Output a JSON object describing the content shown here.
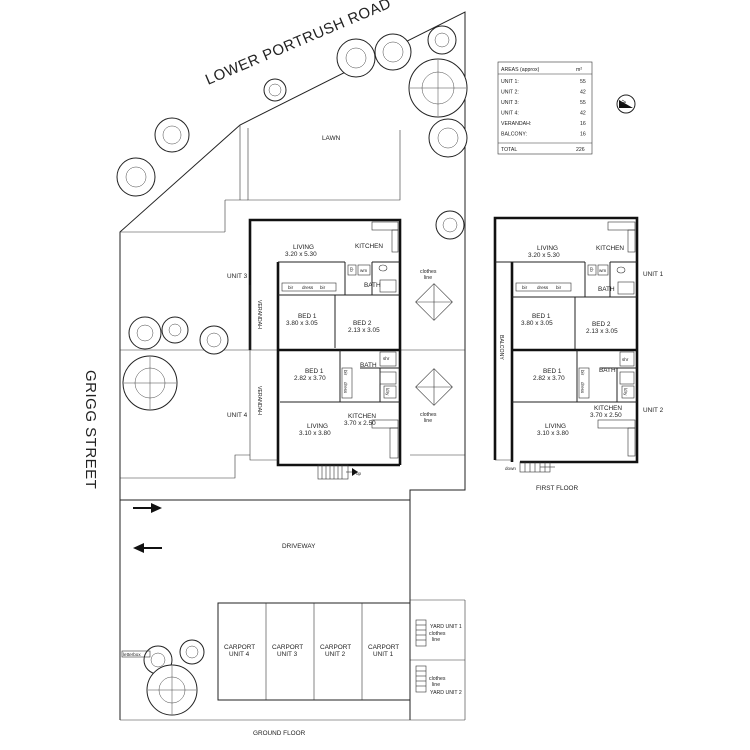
{
  "site": {
    "street_top": "LOWER PORTRUSH ROAD",
    "street_left": "GRIGG STREET",
    "lawn": "LAWN",
    "driveway": "DRIVEWAY",
    "ground_floor": "GROUND FLOOR",
    "first_floor": "FIRST FLOOR",
    "clothes_line": [
      "clothes",
      "line"
    ],
    "letterbox": "letterbox",
    "yard_unit_1": "YARD UNIT 1",
    "yard_unit_2": "YARD UNIT 2",
    "up": "up",
    "down": "down"
  },
  "areas_table": {
    "header": "AREAS (approx)",
    "unit_header": "m²",
    "rows": [
      {
        "label": "UNIT 1:",
        "value": "55"
      },
      {
        "label": "UNIT 2:",
        "value": "42"
      },
      {
        "label": "UNIT 3:",
        "value": "55"
      },
      {
        "label": "UNIT 4:",
        "value": "42"
      },
      {
        "label": "VERANDAH:",
        "value": "16"
      },
      {
        "label": "BALCONY:",
        "value": "16"
      }
    ],
    "total_label": "TOTAL",
    "total_value": "226"
  },
  "ground": {
    "unit_3": "UNIT 3",
    "unit_4": "UNIT 4",
    "verandah": "VERANDAH",
    "living_top": {
      "name": "LIVING",
      "dims": "3.20 x 5.30"
    },
    "kitchen_top": "KITCHEN",
    "bed1_top": {
      "name": "BED 1",
      "dims": "3.80 x 3.05"
    },
    "bed2_top": {
      "name": "BED 2",
      "dims": "2.13 x 3.05"
    },
    "bath_top": "BATH",
    "bed1_bottom": {
      "name": "BED 1",
      "dims": "2.82 x 3.70"
    },
    "bath_bottom": "BATH",
    "living_bottom": {
      "name": "LIVING",
      "dims": "3.10 x 3.80"
    },
    "kitchen_bottom": {
      "name": "KITCHEN",
      "dims": "3.70 x 2.50"
    }
  },
  "first": {
    "unit_1": "UNIT 1",
    "unit_2": "UNIT 2",
    "balcony": "BALCONY",
    "living_top": {
      "name": "LIVING",
      "dims": "3.20 x 5.30"
    },
    "kitchen_top": "KITCHEN",
    "bed1_top": {
      "name": "BED 1",
      "dims": "3.80 x 3.05"
    },
    "bed2_top": {
      "name": "BED 2",
      "dims": "2.13 x 3.05"
    },
    "bath_top": "BATH",
    "bed1_bottom": {
      "name": "BED 1",
      "dims": "2.82 x 3.70"
    },
    "bath_bottom": "BATH",
    "living_bottom": {
      "name": "LIVING",
      "dims": "3.10 x 3.80"
    },
    "kitchen_bottom": {
      "name": "KITCHEN",
      "dims": "3.70 x 2.50"
    }
  },
  "fixtures": {
    "bir": "bir",
    "dress": "dress",
    "wm": "wm",
    "cb": "cb",
    "shr": "shr",
    "ldry": "ldry"
  },
  "carports": [
    "CARPORT",
    "UNIT 4",
    "UNIT 3",
    "UNIT 2",
    "UNIT 1"
  ],
  "north": "N"
}
